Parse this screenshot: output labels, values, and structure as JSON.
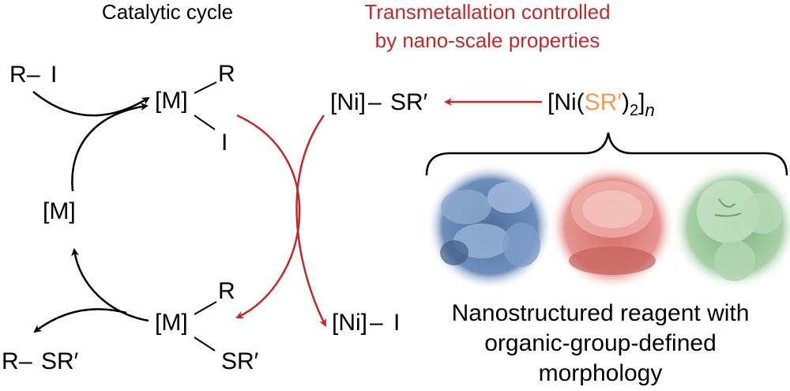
{
  "colors": {
    "black": "#000000",
    "blue": "#1414e6",
    "orange": "#f39a5a",
    "red": "#c0282a",
    "sem_blue": "#5b7fae",
    "sem_red": "#d97b74",
    "sem_green": "#8fc08f"
  },
  "titles": {
    "catalytic": "Catalytic cycle",
    "transmetallation_line1": "Transmetallation controlled",
    "transmetallation_line2": "by nano-scale properties"
  },
  "cycle": {
    "r_i_r": "R",
    "r_i_dash": "–",
    "r_i_i": "I",
    "m_top": "[M]",
    "m_top_r": "R",
    "m_top_i": "I",
    "m_left": "[M]",
    "m_bottom": "[M]",
    "m_bottom_r": "R",
    "m_bottom_sr": "SR′",
    "prod_r": "R",
    "prod_dash": "–",
    "prod_sr": "SR′"
  },
  "nickel": {
    "ni_sr_ni": "[Ni]",
    "ni_sr_dash": "–",
    "ni_sr_sr": "SR′",
    "reagent_open": "[Ni(",
    "reagent_sr": "SR′",
    "reagent_close": ")",
    "reagent_sub2": "2",
    "reagent_bracket": "]",
    "reagent_n": "n",
    "ni_i_ni": "[Ni]",
    "ni_i_dash": "–",
    "ni_i_i": "I"
  },
  "caption": {
    "line1": "Nanostructured reagent with",
    "line2": "organic-group-defined",
    "line3": "morphology"
  },
  "micrographs": [
    {
      "name": "blue-micrograph",
      "color": "#5b7fae"
    },
    {
      "name": "red-micrograph",
      "color": "#d97b74"
    },
    {
      "name": "green-micrograph",
      "color": "#8fc08f"
    }
  ]
}
